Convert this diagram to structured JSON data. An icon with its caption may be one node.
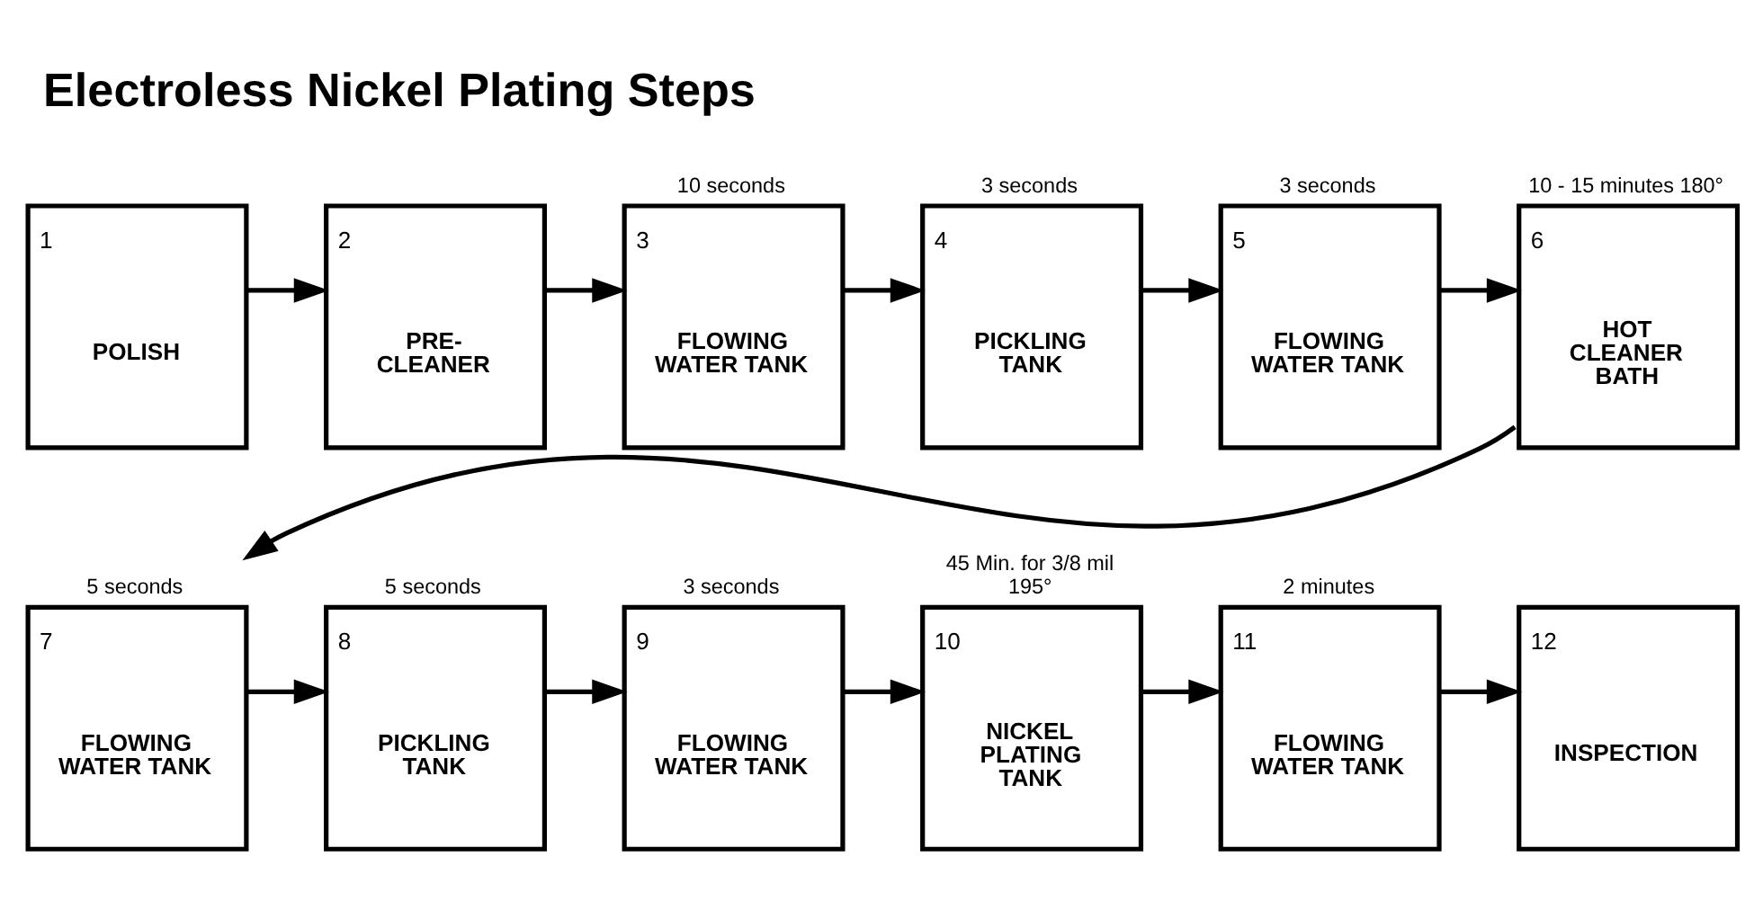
{
  "diagram": {
    "title": "Electroless Nickel Plating Steps",
    "nodes": [
      {
        "text": [
          "1",
          "POLISH"
        ]
      },
      {
        "text": [
          "2",
          "PRE- CLEANER"
        ]
      },
      {
        "text": [
          "3",
          "FLOWING WATER TANK"
        ],
        "beside": [
          "10 seconds"
        ]
      },
      {
        "text": [
          "4",
          "PICKLING TANK"
        ],
        "beside": [
          "3 seconds"
        ]
      },
      {
        "text": [
          "5",
          "FLOWING WATER TANK"
        ],
        "beside": [
          "3 seconds"
        ]
      },
      {
        "text": [
          "6",
          "HOT CLEANER BATH"
        ],
        "beside": [
          "10 - 15 minutes 180°"
        ]
      },
      {
        "text": [
          "7",
          "FLOWING WATER TANK"
        ],
        "beside": [
          "5 seconds"
        ]
      },
      {
        "text": [
          "8",
          "PICKLING TANK"
        ],
        "beside": [
          "5 seconds"
        ]
      },
      {
        "text": [
          "9",
          "FLOWING WATER TANK"
        ],
        "beside": [
          "3 seconds"
        ]
      },
      {
        "text": [
          "10",
          "NICKEL PLATING TANK"
        ],
        "beside": [
          "45 Min. for 3/8 mil 195°"
        ]
      },
      {
        "text": [
          "11",
          "FLOWING WATER TANK"
        ],
        "beside": [
          "2 minutes"
        ]
      },
      {
        "text": [
          "12",
          "INSPECTION"
        ]
      }
    ],
    "edges": [
      {
        "from": 0,
        "to": 1,
        "arrow": "to"
      },
      {
        "from": 1,
        "to": 2,
        "arrow": "to"
      },
      {
        "from": 2,
        "to": 3,
        "arrow": "to"
      },
      {
        "from": 3,
        "to": 4,
        "arrow": "to"
      },
      {
        "from": 4,
        "to": 5,
        "arrow": "to"
      },
      {
        "from": 5,
        "to": 6,
        "arrow": "to"
      },
      {
        "from": 6,
        "to": 7,
        "arrow": "to"
      },
      {
        "from": 7,
        "to": 8,
        "arrow": "to"
      },
      {
        "from": 8,
        "to": 9,
        "arrow": "to"
      },
      {
        "from": 9,
        "to": 10,
        "arrow": "to"
      },
      {
        "from": 10,
        "to": 11,
        "arrow": "to"
      }
    ]
  }
}
